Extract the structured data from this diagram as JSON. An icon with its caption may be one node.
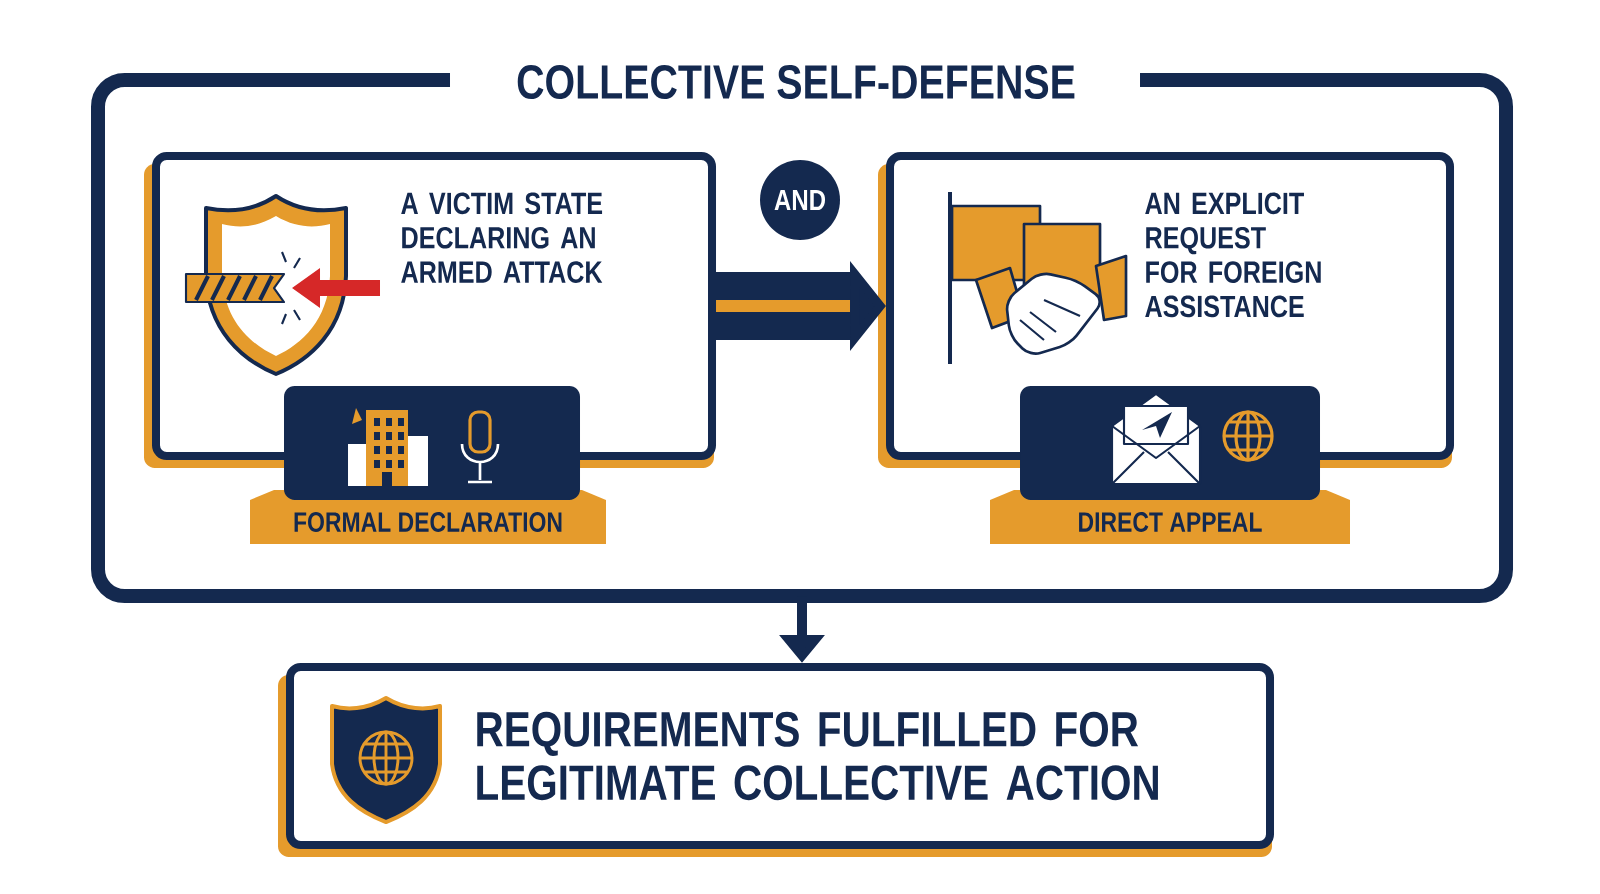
{
  "diagram": {
    "nodes": [
      {
        "text": [
          "COLLECTIVE SELF-DEFENSE"
        ]
      },
      {
        "text": [
          "A VICTIM STATE DECLARING AN ARMED ATTACK"
        ],
        "in": 0
      },
      {
        "text": [
          "FORMAL DECLARATION"
        ],
        "in": 0
      },
      {
        "text": [
          "AND"
        ],
        "in": 0
      },
      {
        "text": [
          "AN EXPLICIT REQUEST FOR FOREIGN ASSISTANCE"
        ],
        "in": 0
      },
      {
        "text": [
          "DIRECT APPEAL"
        ],
        "in": 0
      },
      {
        "text": [
          "REQUIREMENTS FULFILLED FOR LEGITIMATE COLLECTIVE ACTION"
        ]
      }
    ],
    "edges": [
      {
        "from": 1,
        "to": 4,
        "arrow": "to",
        "style": "thick"
      },
      {
        "from": 0,
        "to": 6,
        "arrow": "to"
      }
    ]
  }
}
